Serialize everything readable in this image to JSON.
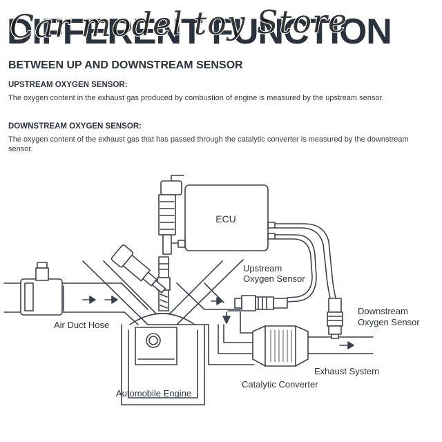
{
  "header": {
    "title": "DIFFERENT FUNCTION",
    "watermark": "Car model toy Store",
    "subtitle": "BETWEEN UP AND DOWNSTREAM SENSOR"
  },
  "sections": [
    {
      "heading": "UPSTREAM OXYGEN SENSOR:",
      "body": "The oxygen content in the exhaust gas produced by combustion of engine is measured by the upstream sensor."
    },
    {
      "heading": "DOWNSTREAM OXYGEN SENSOR:",
      "body": "The oxygen content of the exhaust gas that has passed through the catalytic converter is measured by the downstream sensor."
    }
  ],
  "diagram": {
    "ecu": "ECU",
    "upstream_1": "Upstream",
    "upstream_2": "Oxygen Sensor",
    "downstream_1": "Downstream",
    "downstream_2": "Oxygen Sensor",
    "air_duct": "Air Duct Hose",
    "exhaust": "Exhaust System",
    "catalytic": "Catalytic Converter",
    "engine": "Automobile Engine"
  },
  "colors": {
    "line": "#3a4250",
    "text": "#2c3440",
    "fill": "#ffffff"
  }
}
